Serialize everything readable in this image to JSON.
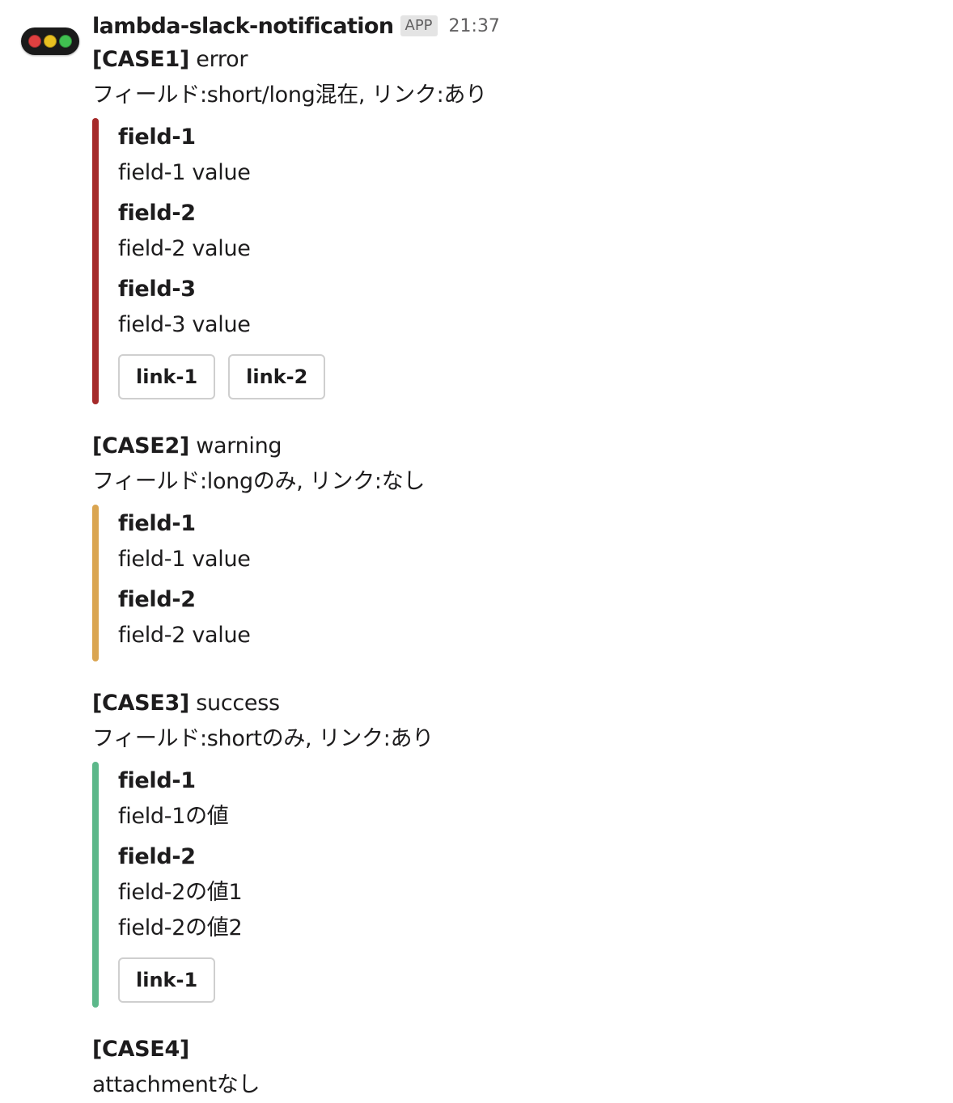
{
  "sender": "lambda-slack-notification",
  "badge": "APP",
  "time": "21:37",
  "cases": [
    {
      "tag": "[CASE1]",
      "title": " error",
      "desc": "フィールド:short/long混在, リンク:あり",
      "color": "#a52a2a",
      "fields": [
        {
          "title": "field-1",
          "value": "field-1 value",
          "short": true
        },
        {
          "title": "field-2",
          "value": "field-2 value",
          "short": true
        },
        {
          "title": "field-3",
          "value": "field-3 value",
          "short": false
        }
      ],
      "links": [
        "link-1",
        "link-2"
      ]
    },
    {
      "tag": "[CASE2]",
      "title": " warning",
      "desc": "フィールド:longのみ, リンク:なし",
      "color": "#daa551",
      "fields": [
        {
          "title": "field-1",
          "value": "field-1 value",
          "short": false
        },
        {
          "title": "field-2",
          "value": "field-2 value",
          "short": false
        }
      ],
      "links": []
    },
    {
      "tag": "[CASE3]",
      "title": " success",
      "desc": "フィールド:shortのみ, リンク:あり",
      "color": "#5cb88a",
      "fields": [
        {
          "title": "field-1",
          "value": "field-1の値",
          "short": true
        },
        {
          "title": "field-2",
          "value": "field-2の値1\nfield-2の値2",
          "short": true
        }
      ],
      "links": [
        "link-1"
      ]
    }
  ],
  "case4": {
    "tag": "[CASE4]",
    "desc": "attachmentなし"
  },
  "avatar_lights": [
    "#e04040",
    "#e8c020",
    "#40c050"
  ]
}
